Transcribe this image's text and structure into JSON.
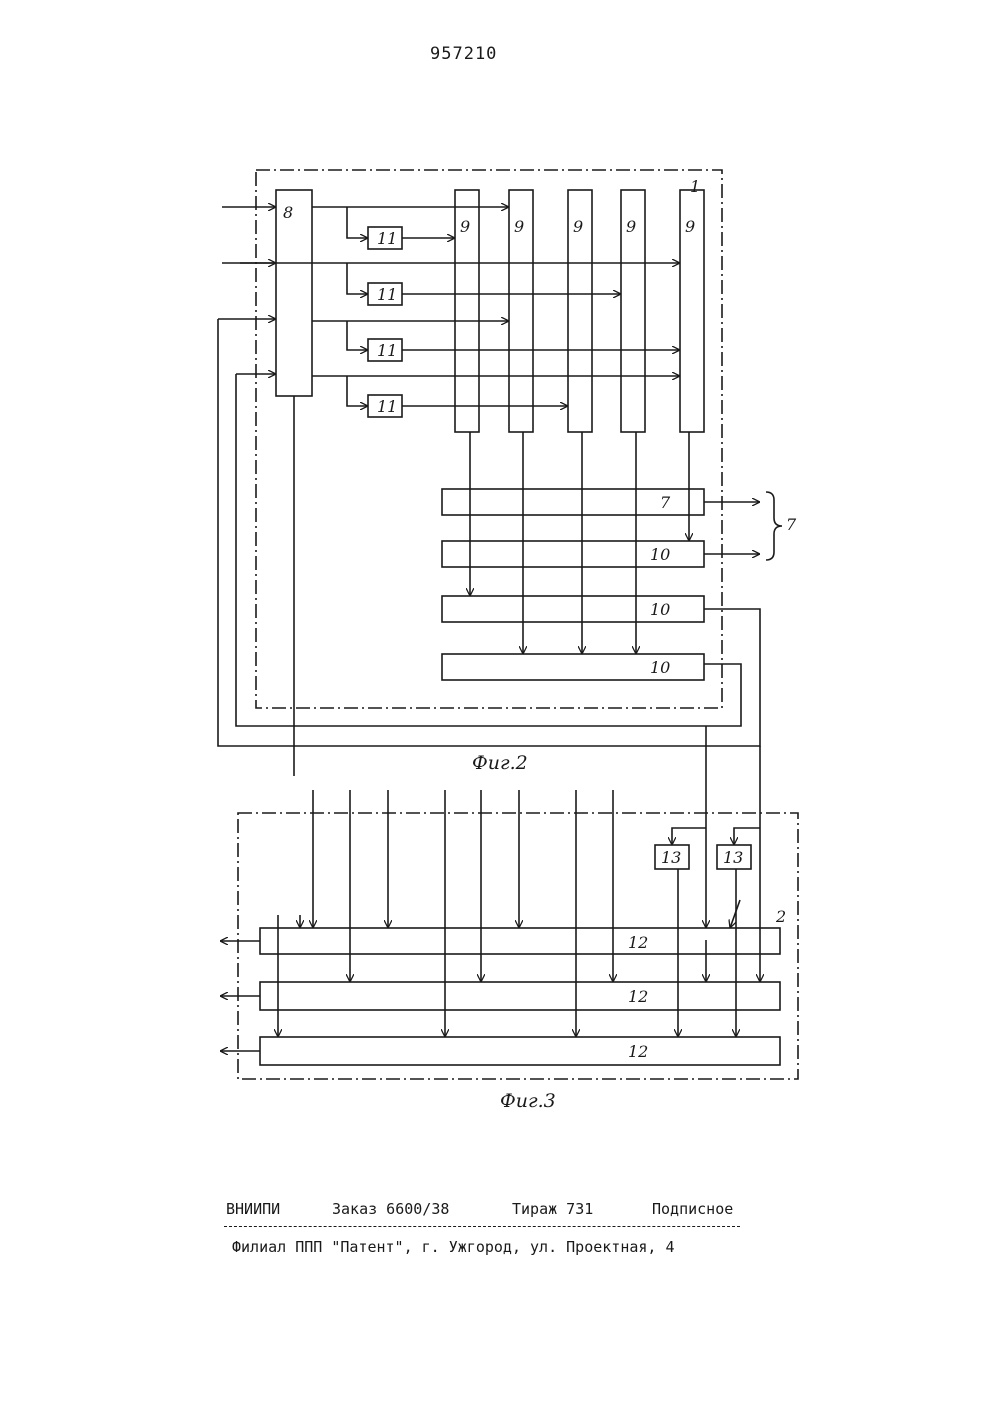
{
  "patent_number": "957210",
  "figures": {
    "fig2": {
      "caption": "Фиг.2",
      "labels": {
        "device": "1",
        "block8": "8",
        "block9": "9",
        "block11": "11",
        "block7": "7",
        "block10": "10",
        "brace": "7"
      }
    },
    "fig3": {
      "caption": "Фиг.3",
      "labels": {
        "device": "2",
        "block12": "12",
        "block13": "13"
      }
    }
  },
  "imprint": {
    "organization": "ВНИИПИ",
    "order": "Заказ 6600/38",
    "circulation": "Тираж 731",
    "subscription": "Подписное",
    "address": "Филиал ППП \"Патент\", г. Ужгород, ул. Проектная, 4"
  }
}
